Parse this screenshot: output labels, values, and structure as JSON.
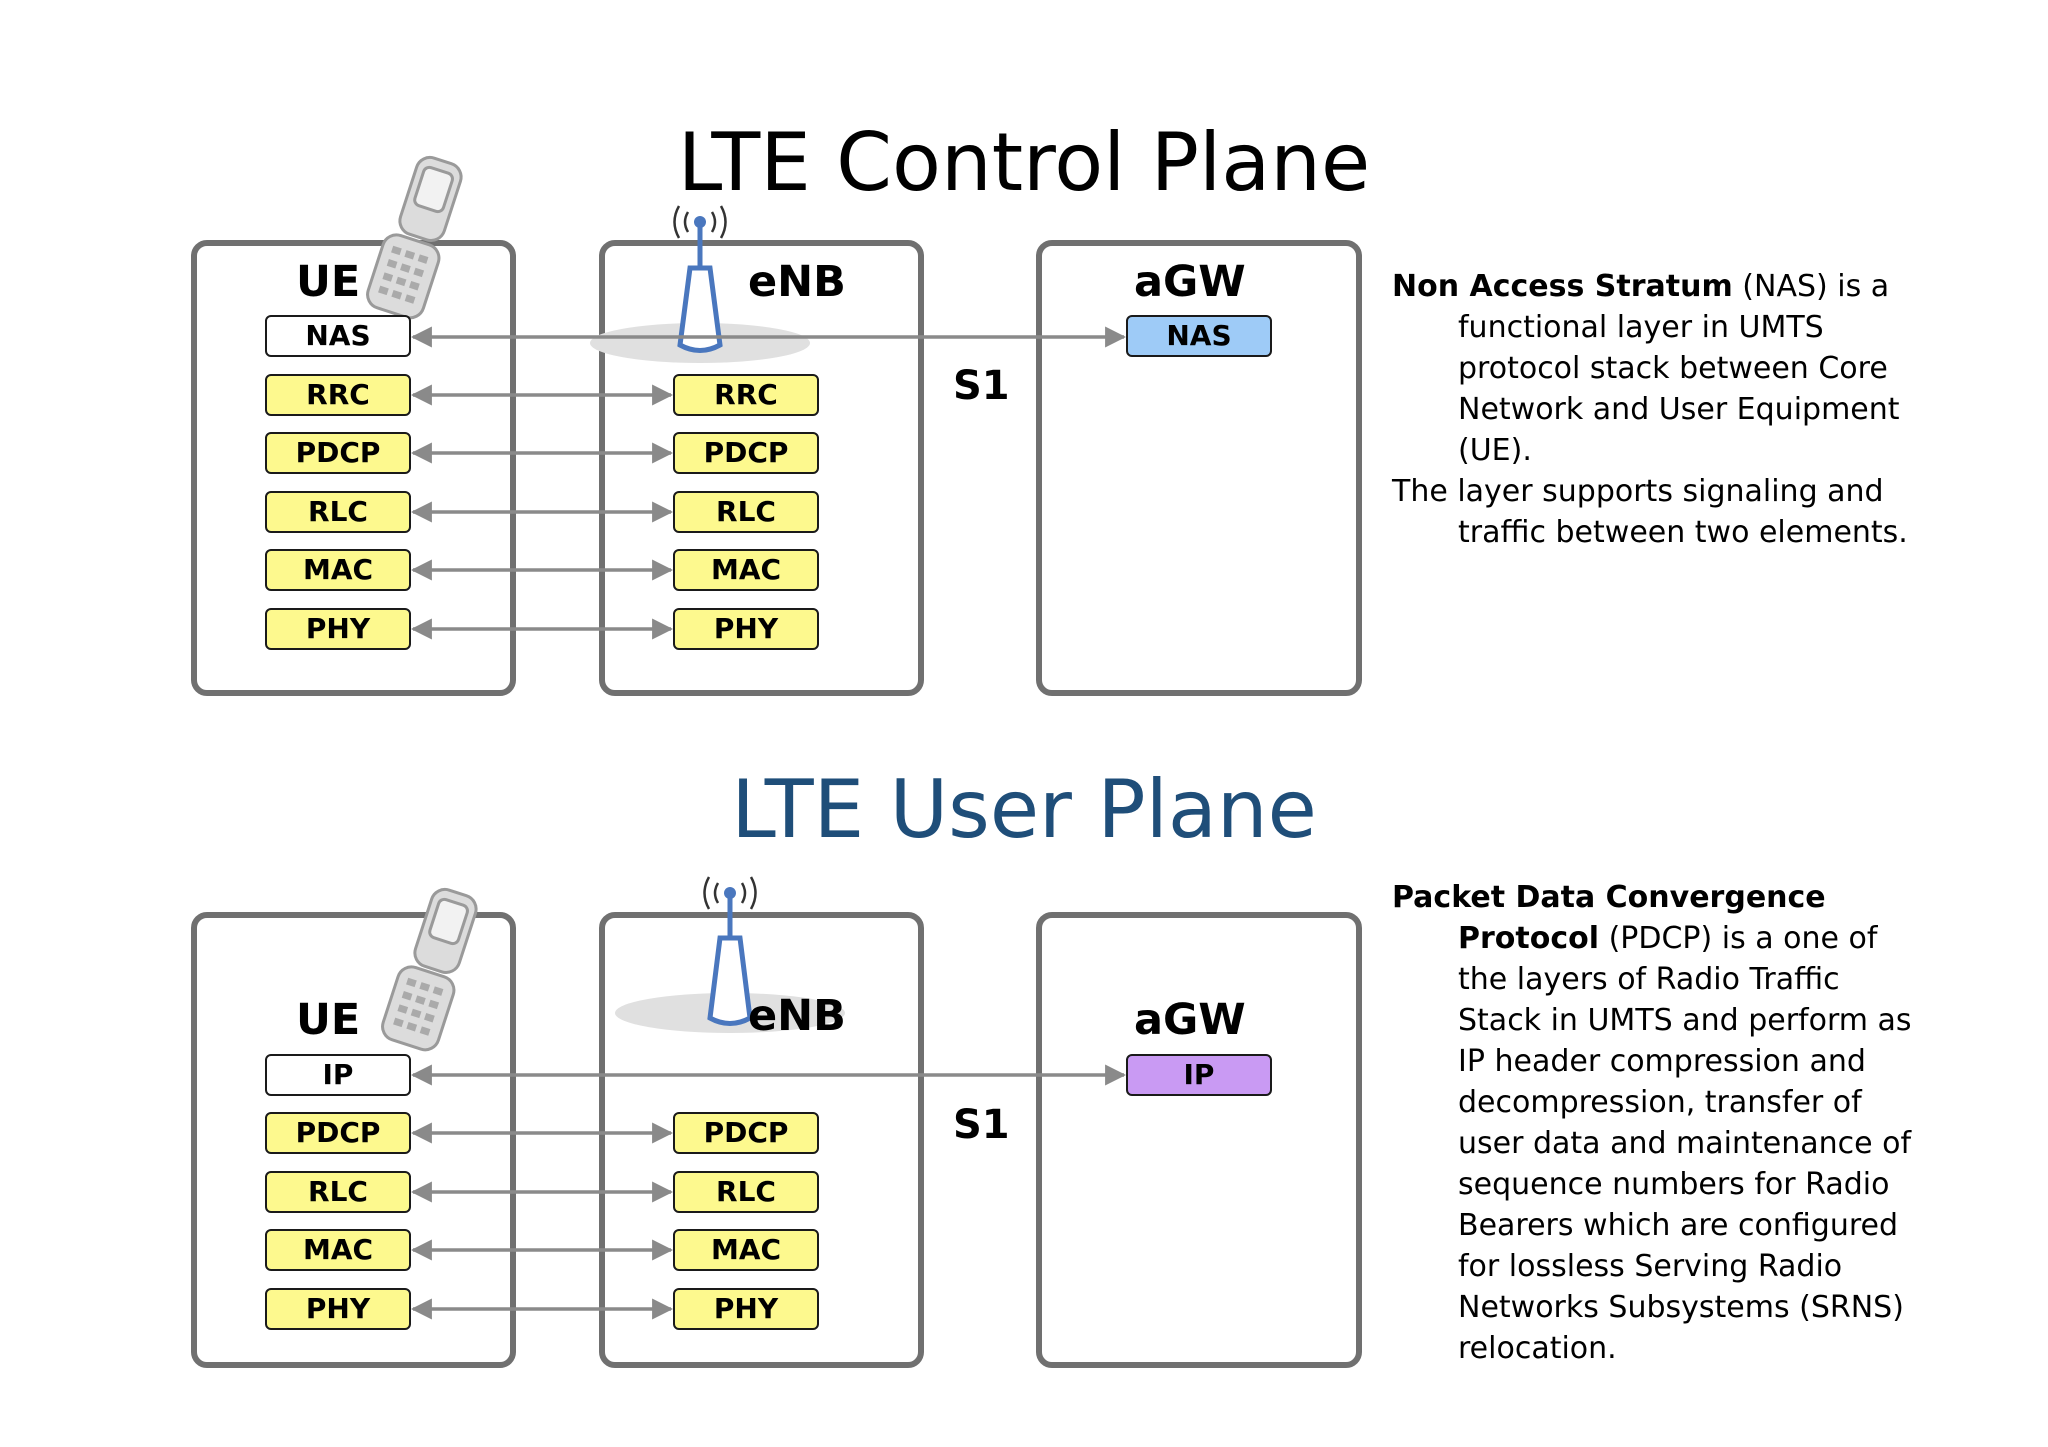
{
  "control_plane": {
    "title": "LTE Control Plane",
    "ue_label": "UE",
    "enb_label": "eNB",
    "agw_label": "aGW",
    "s1_label": "S1",
    "ue_layers": [
      "NAS",
      "RRC",
      "PDCP",
      "RLC",
      "MAC",
      "PHY"
    ],
    "enb_layers": [
      "RRC",
      "PDCP",
      "RLC",
      "MAC",
      "PHY"
    ],
    "agw_layers": [
      "NAS"
    ]
  },
  "user_plane": {
    "title": "LTE User Plane",
    "ue_label": "UE",
    "enb_label": "eNB",
    "agw_label": "aGW",
    "s1_label": "S1",
    "ue_layers": [
      "IP",
      "PDCP",
      "RLC",
      "MAC",
      "PHY"
    ],
    "enb_layers": [
      "PDCP",
      "RLC",
      "MAC",
      "PHY"
    ],
    "agw_layers": [
      "IP"
    ]
  },
  "notes": {
    "nas_term": "Non Access Stratum",
    "nas_text_1": " (NAS) is a functional layer in UMTS protocol stack between Core Network and User Equipment (UE).",
    "nas_text_2": "The layer supports signaling and traffic between two elements.",
    "pdcp_term": "Packet Data Convergence Protocol",
    "pdcp_text": " (PDCP) is a one of the layers of Radio Traffic Stack in UMTS and perform as IP header compression and decompression, transfer of user data and maintenance of sequence numbers for Radio Bearers which are configured for lossless Serving  Radio Networks Subsystems (SRNS) relocation."
  },
  "colors": {
    "box_border": "#707070",
    "arrow": "#8a8a8a",
    "layer_yellow": "#fdf98e",
    "agw_nas_blue": "#9ecbf7",
    "agw_ip_purple": "#c99af3",
    "user_plane_title": "#1f4e79"
  },
  "icons": [
    "phone-icon",
    "antenna-icon"
  ]
}
